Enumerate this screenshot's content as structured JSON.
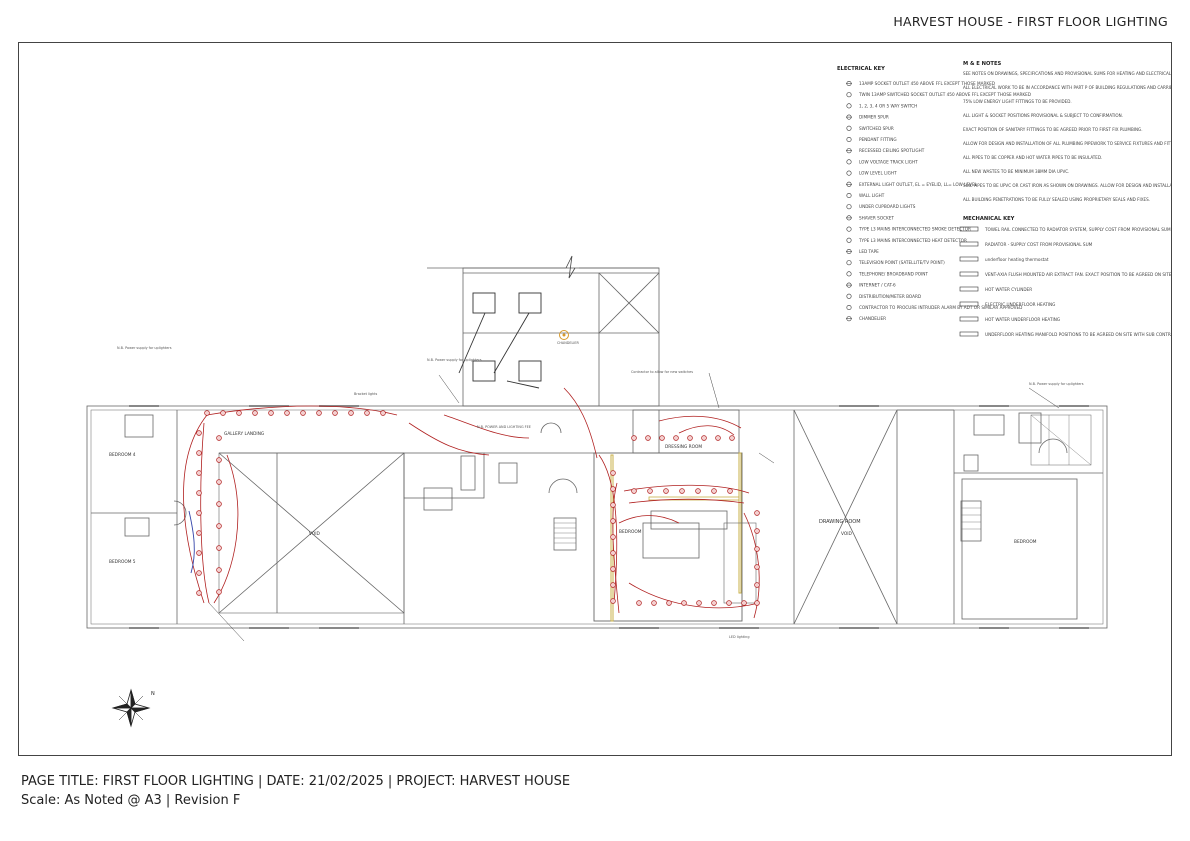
{
  "sheet_title": "HARVEST HOUSE - FIRST FLOOR LIGHTING",
  "footer": {
    "line1": "PAGE TITLE: FIRST FLOOR LIGHTING | DATE: 21/02/2025 | PROJECT: HARVEST HOUSE",
    "line2": "Scale: As Noted @ A3 | Revision F"
  },
  "electrical_key": {
    "heading": "ELECTRICAL KEY",
    "items": [
      {
        "icon": "double-socket-icon",
        "label": "13AMP SOCKET OUTLET 450 ABOVE FFL EXCEPT THOSE MARKED"
      },
      {
        "icon": "switched-socket-icon",
        "label": "TWIN 13AMP SWITCHED SOCKET OUTLET 450 ABOVE FFL EXCEPT THOSE MARKED"
      },
      {
        "icon": "switch-icon",
        "label": "1, 2, 3, 4 OR 5 WAY SWITCH"
      },
      {
        "icon": "dimmer-icon",
        "label": "DIMMER SPUR"
      },
      {
        "icon": "spur-icon",
        "label": "SWITCHED SPUR"
      },
      {
        "icon": "pendant-icon",
        "label": "PENDANT FITTING"
      },
      {
        "icon": "spotlight-icon",
        "label": "RECESSED CEILING SPOTLIGHT"
      },
      {
        "icon": "low-voltage-icon",
        "label": "LOW VOLTAGE TRACK LIGHT"
      },
      {
        "icon": "low-level-icon",
        "label": "LOW LEVEL LIGHT"
      },
      {
        "icon": "external-light-icon",
        "label": "EXTERNAL LIGHT OUTLET, EL = EYELID, LL= LOW LEVEL"
      },
      {
        "icon": "wall-light-icon",
        "label": "WALL LIGHT"
      },
      {
        "icon": "cupboard-light-icon",
        "label": "UNDER CUPBOARD LIGHTS"
      },
      {
        "icon": "shaver-icon",
        "label": "SHAVER SOCKET"
      },
      {
        "icon": "smoke-detector-icon",
        "label": "TYPE L3 MAINS INTERCONNECTED SMOKE DETECTOR"
      },
      {
        "icon": "heat-detector-icon",
        "label": "TYPE L3 MAINS INTERCONNECTED HEAT DETECTOR"
      },
      {
        "icon": "led-tape-icon",
        "label": "LED TAPE"
      },
      {
        "icon": "tv-point-icon",
        "label": "TELEVISION POINT (SATELLITE/TV POINT)"
      },
      {
        "icon": "telephone-icon",
        "label": "TELEPHONE/ BROADBAND POINT"
      },
      {
        "icon": "internet-icon",
        "label": "INTERNET / CAT-6"
      },
      {
        "icon": "distribution-board-icon",
        "label": "DISTRIBUTION/METER BOARD"
      },
      {
        "icon": "alarm-icon",
        "label": "CONTRACTOR TO PROCURE INTRUDER ALARM BY ADT OR SIMILAR APPROVED"
      },
      {
        "icon": "chandelier-icon",
        "label": "CHANDELIER"
      }
    ]
  },
  "me_notes": {
    "heading": "M & E NOTES",
    "notes": [
      "SEE NOTES ON DRAWINGS, SPECIFICATIONS AND PROVISIONAL SUMS FOR HEATING AND ELECTRICAL REQUIREMENTS.",
      "ALL ELECTRICAL WORK TO BE IN ACCORDANCE WITH PART P OF BUILDING REGULATIONS AND CARRIED OUT BY A CONTRACTOR REGISTERED WITH AN AUTHORISED SELF CERTIFICATION SCHEME.",
      "75% LOW ENERGY LIGHT FITTINGS TO BE PROVIDED.",
      "ALL LIGHT & SOCKET POSITIONS PROVISIONAL & SUBJECT TO CONFIRMATION.",
      "EXACT POSITION OF SANITARY FITTINGS TO BE AGREED PRIOR TO FIRST FIX PLUMBING.",
      "ALLOW FOR DESIGN AND INSTALLATION OF ALL PLUMBING PIPEWORK TO SERVICE FIXTURES AND FITTINGS SHOWN ON DRAWINGS INCLUDING FINAL CONNECTIONS.",
      "ALL PIPES TO BE COPPER AND HOT WATER PIPES TO BE INSULATED.",
      "ALL NEW WASTES TO BE MINIMUM 38MM DIA UPVC.",
      "SOIL PIPES TO BE UPVC OR CAST IRON AS SHOWN ON DRAWINGS. ALLOW FOR DESIGN AND INSTALLATION OF SOIL AND WASTE PLUMBING AS DRAWINGS.",
      "ALL BUILDING PENETRATIONS TO BE FULLY SEALED USING PROPRIETARY SEALS AND FIXES."
    ]
  },
  "mechanical_key": {
    "heading": "MECHANICAL KEY",
    "items": [
      {
        "icon": "towel-rail-icon",
        "label": "TOWEL RAIL CONNECTED TO RADIATOR SYSTEM, SUPPLY COST FROM PROVISIONAL SUM"
      },
      {
        "icon": "radiator-icon",
        "label": "RADIATOR - SUPPLY COST FROM PROVISIONAL SUM"
      },
      {
        "icon": "thermostat-icon",
        "label": "underfloor heating thermostat"
      },
      {
        "icon": "extract-fan-icon",
        "label": "VENT-AXIA FLUSH MOUNTED AIR EXTRACT FAN. EXACT POSITION TO BE AGREED ON SITE"
      },
      {
        "icon": "cylinder-icon",
        "label": "HOT WATER CYLINDER"
      },
      {
        "icon": "underfloor-electric-icon",
        "label": "ELECTRIC UNDERFLOOR HEATING"
      },
      {
        "icon": "underfloor-water-icon",
        "label": "HOT WATER UNDERFLOOR HEATING"
      },
      {
        "icon": "manifold-icon",
        "label": "UNDERFLOOR HEATING MANIFOLD POSITIONS TO BE AGREED ON SITE WITH SUB CONTRACTOR"
      }
    ]
  },
  "rooms": {
    "bedroom_4": "BEDROOM 4",
    "bedroom_5": "BEDROOM 5",
    "gallery_landing": "GALLERY LANDING",
    "void_left": "VOID",
    "dressing_room": "DRESSING ROOM",
    "bedroom_centre": "BEDROOM",
    "drawing_room": "DRAWING ROOM",
    "void_right": "VOID",
    "bedroom_right": "BEDROOM",
    "chandelier_label": "CHANDELIER"
  },
  "annotations": {
    "power_supply_left": "N.B. Power supply for uplighters",
    "power_supply_mid": "N.B. Power supply for uplighters",
    "power_supply_right": "N.B. Power supply for uplighters",
    "wall_lights_note": "Bracket lights",
    "led_note": "LED lighting",
    "contractor_note": "Contractor to allow for new switches",
    "nb_power": "N.B. POWER AND LIGHTING FEE"
  },
  "colors": {
    "wiring": "#b02020",
    "walls": "#666666",
    "blue_wire": "#3344aa",
    "tape": "#c8b04a",
    "chandelier": "#d89a2a"
  },
  "north_label": "N"
}
